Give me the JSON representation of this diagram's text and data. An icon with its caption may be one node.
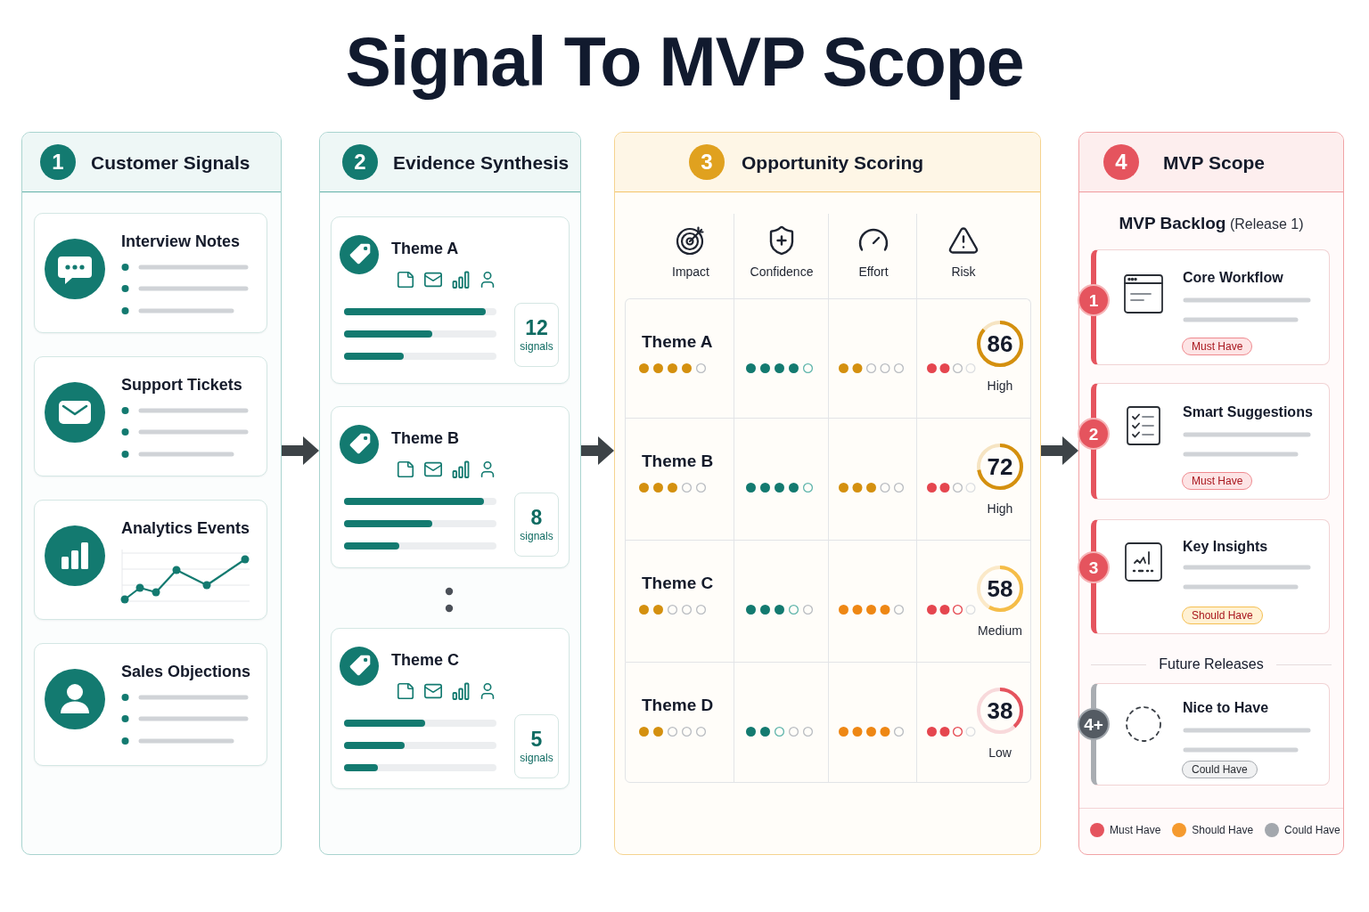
{
  "diagram": {
    "title": "Signal To MVP Scope",
    "nodes": [
      {
        "text": [
          "1",
          "Customer Signals"
        ]
      },
      {
        "text": [
          "Interview Notes"
        ],
        "in": 0
      },
      {
        "text": [
          "Support Tickets"
        ],
        "in": 0
      },
      {
        "text": [
          "Analytics Events"
        ],
        "in": 0
      },
      {
        "text": [
          "Sales Objections"
        ],
        "in": 0
      },
      {
        "text": [
          "2",
          "Evidence Synthesis"
        ]
      },
      {
        "text": [
          "Theme A",
          "12",
          "signals"
        ],
        "in": 5
      },
      {
        "text": [
          "Theme B",
          "8",
          "signals"
        ],
        "in": 5
      },
      {
        "text": [
          "Theme C",
          "5",
          "signals"
        ],
        "in": 5
      },
      {
        "text": [
          "3",
          "Opportunity Scoring"
        ]
      },
      {
        "text": [
          "Theme A",
          "86",
          "High"
        ],
        "in": 9
      },
      {
        "text": [
          "Theme B",
          "72",
          "High"
        ],
        "in": 9
      },
      {
        "text": [
          "Theme C",
          "58",
          "Medium"
        ],
        "in": 9
      },
      {
        "text": [
          "Theme D",
          "38",
          "Low"
        ],
        "in": 9
      },
      {
        "text": [
          "4",
          "MVP Scope"
        ]
      },
      {
        "text": [
          "1",
          "Core Workflow",
          "Must Have"
        ],
        "in": 14
      },
      {
        "text": [
          "2",
          "Smart Suggestions",
          "Must Have"
        ],
        "in": 14
      },
      {
        "text": [
          "3",
          "Key Insights",
          "Should Have"
        ],
        "in": 14
      },
      {
        "text": [
          "4+",
          "Nice to Have",
          "Could Have"
        ],
        "in": 14
      }
    ],
    "edges": [
      {
        "from": 0,
        "to": 5,
        "arrow": "to"
      },
      {
        "from": 5,
        "to": 9,
        "arrow": "to"
      },
      {
        "from": 9,
        "to": 14,
        "arrow": "to"
      }
    ],
    "labels": [
      "Impact",
      "Confidence",
      "Effort",
      "Risk",
      "**MVP Backlog** (Release 1)",
      "Future Releases"
    ],
    "legend": [
      {
        "text": "Must Have",
        "color": "#e5545e"
      },
      {
        "text": "Should Have",
        "color": "#f59a2f"
      },
      {
        "text": "Could Have",
        "color": "#a3a7ad"
      }
    ]
  }
}
